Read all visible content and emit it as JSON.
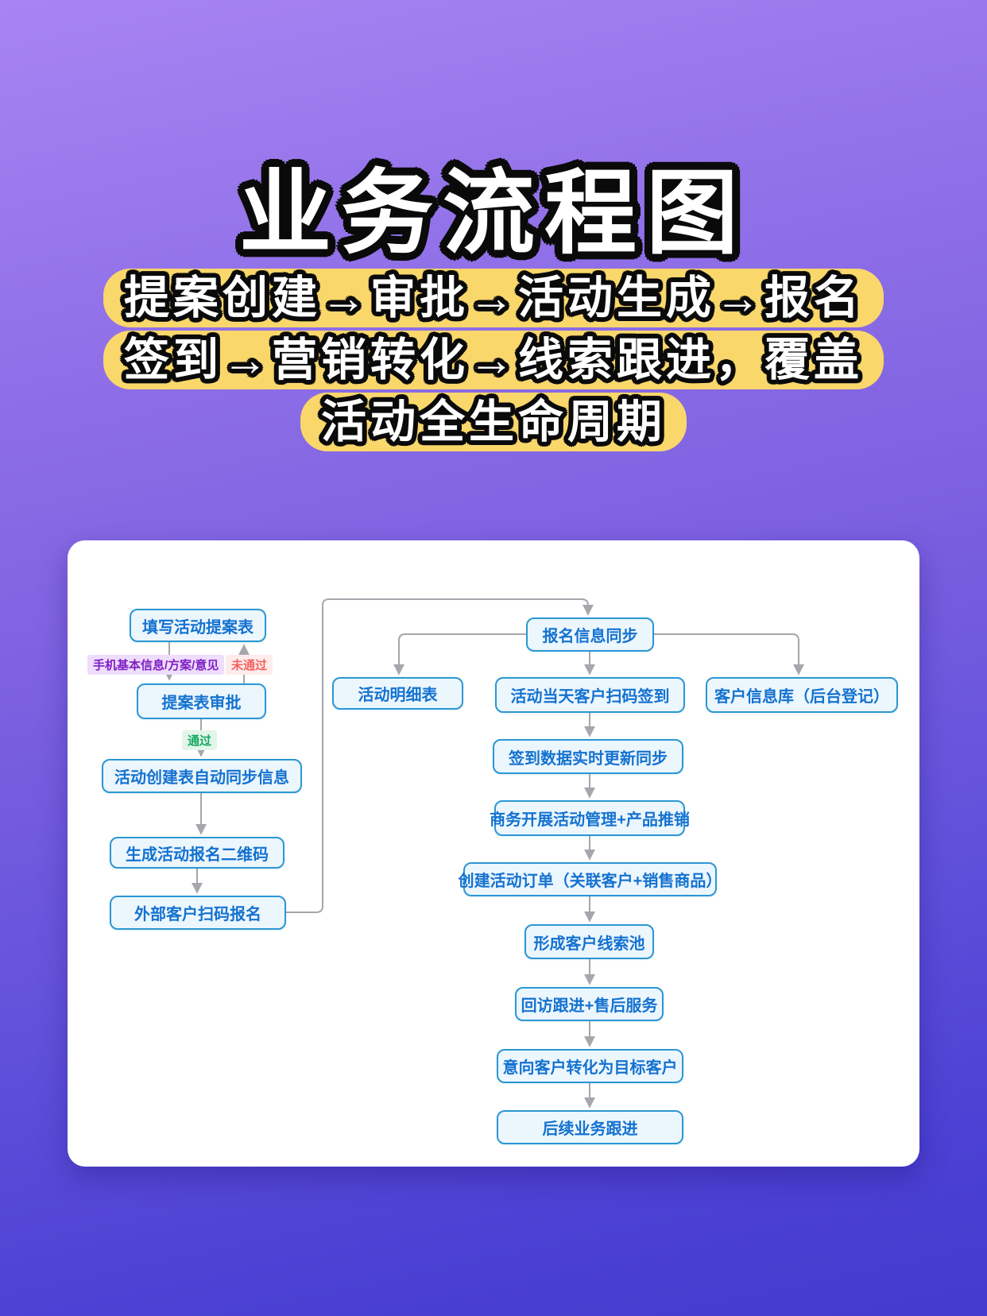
{
  "title": "业务流程图",
  "subtitle": {
    "lines": [
      "提案创建→审批→活动生成→报名",
      "签到→营销转化→线索跟进，覆盖",
      "活动全生命周期"
    ],
    "highlight_color": "#f9d76b"
  },
  "flowchart": {
    "nodes": [
      {
        "id": "fill-proposal-form",
        "label": "填写活动提案表"
      },
      {
        "id": "proposal-review",
        "label": "提案表审批"
      },
      {
        "id": "activity-create-sync",
        "label": "活动创建表自动同步信息"
      },
      {
        "id": "generate-qr",
        "label": "生成活动报名二维码"
      },
      {
        "id": "external-scan-register",
        "label": "外部客户扫码报名"
      },
      {
        "id": "registration-info-sync",
        "label": "报名信息同步"
      },
      {
        "id": "activity-detail-table",
        "label": "活动明细表"
      },
      {
        "id": "scan-checkin-on-day",
        "label": "活动当天客户扫码签到"
      },
      {
        "id": "customer-info-db",
        "label": "客户信息库（后台登记）"
      },
      {
        "id": "checkin-realtime-sync",
        "label": "签到数据实时更新同步"
      },
      {
        "id": "business-activity-mgmt",
        "label": "商务开展活动管理+产品推销"
      },
      {
        "id": "create-activity-order",
        "label": "创建活动订单（关联客户+销售商品）"
      },
      {
        "id": "customer-lead-pool",
        "label": "形成客户线索池"
      },
      {
        "id": "followup-after-sales",
        "label": "回访跟进+售后服务"
      },
      {
        "id": "convert-to-target",
        "label": "意向客户转化为目标客户"
      },
      {
        "id": "followup-business",
        "label": "后续业务跟进"
      }
    ],
    "edge_labels": [
      {
        "id": "collect-info",
        "text": "手机基本信息/方案/意见",
        "color": "#7f1ec4",
        "bg": "#eeddfc"
      },
      {
        "id": "not-passed",
        "text": "未通过",
        "color": "#f4625f",
        "bg": "#feecec"
      },
      {
        "id": "passed",
        "text": "通过",
        "color": "#10a95e",
        "bg": "#e3f5ea"
      }
    ],
    "colors": {
      "node_background": "#ecf6fd",
      "node_border": "#2b97d3",
      "node_text": "#1472d0",
      "connector": "#a6a6ac",
      "card_background": "#ffffff"
    }
  },
  "background": {
    "gradient_top": "#a884f2",
    "gradient_bottom": "#443bce"
  }
}
